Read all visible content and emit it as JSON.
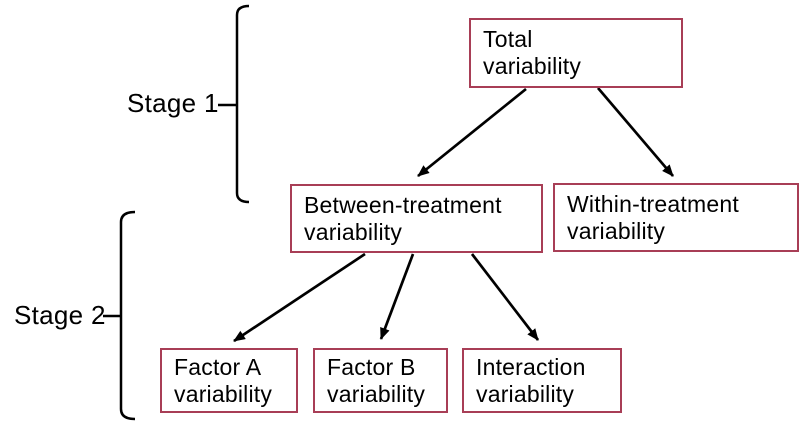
{
  "colors": {
    "box_border": "#A83E56",
    "connector": "#000000",
    "text": "#000000",
    "background": "#FFFFFF"
  },
  "stages": [
    {
      "label": "Stage 1"
    },
    {
      "label": "Stage 2"
    }
  ],
  "nodes": [
    {
      "id": "total",
      "label": "Total\nvariability"
    },
    {
      "id": "between",
      "label": "Between-treatment\nvariability"
    },
    {
      "id": "within",
      "label": "Within-treatment\nvariability"
    },
    {
      "id": "factor-a",
      "label": "Factor A\nvariability"
    },
    {
      "id": "factor-b",
      "label": "Factor B\nvariability"
    },
    {
      "id": "interaction",
      "label": "Interaction\nvariability"
    }
  ],
  "edges": [
    {
      "from": "total",
      "to": "between"
    },
    {
      "from": "total",
      "to": "within"
    },
    {
      "from": "between",
      "to": "factor-a"
    },
    {
      "from": "between",
      "to": "factor-b"
    },
    {
      "from": "between",
      "to": "interaction"
    }
  ]
}
